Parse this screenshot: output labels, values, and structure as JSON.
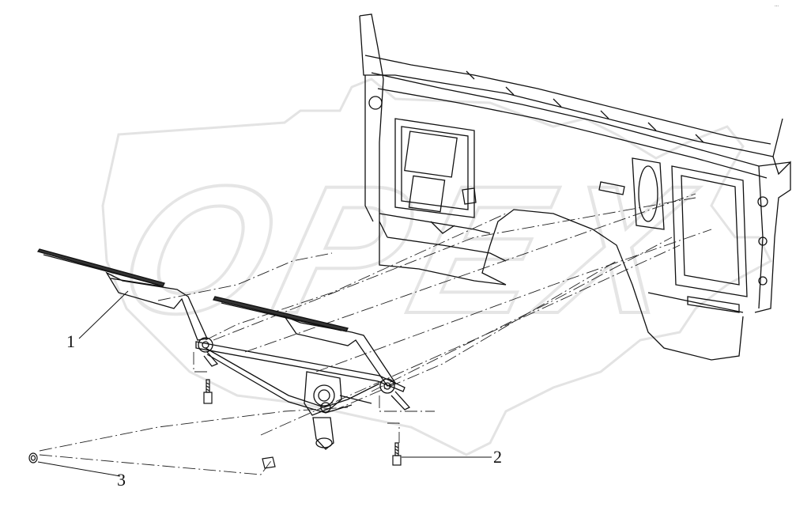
{
  "watermark": {
    "text": "OPEX",
    "color": "#e7e7e7"
  },
  "callouts": [
    {
      "label": "1"
    },
    {
      "label": "2"
    },
    {
      "label": "3"
    }
  ],
  "corner_mark": "...",
  "colors": {
    "line": "#111111",
    "fill_shadow": "#ffffff"
  }
}
